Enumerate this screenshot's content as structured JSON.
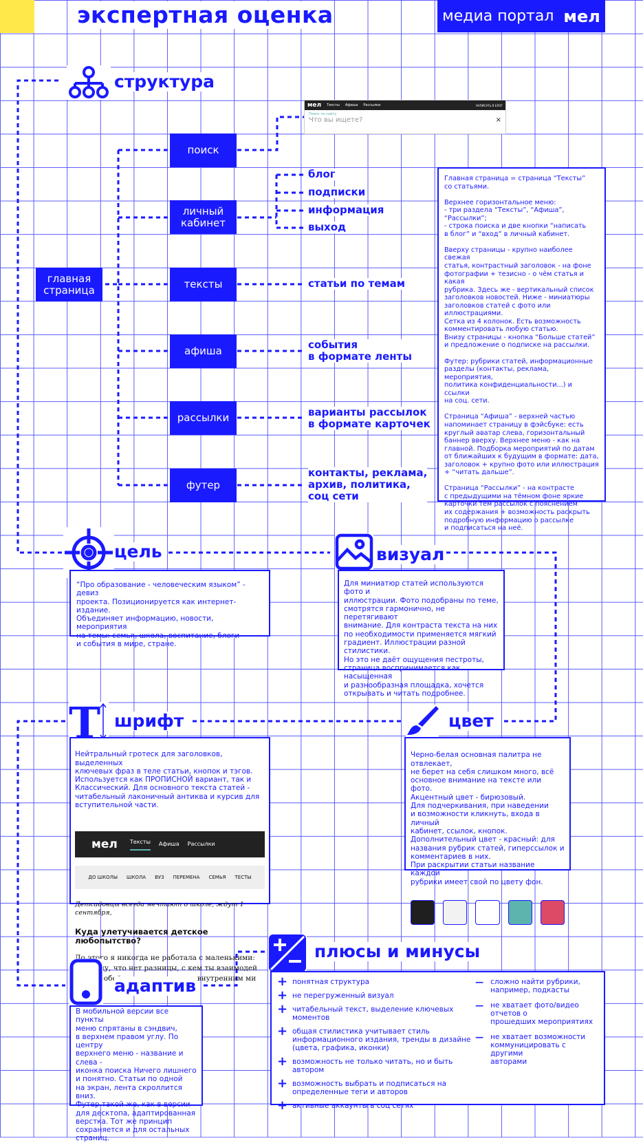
{
  "header": {
    "title": "экспертная оценка",
    "badge_text": "медиа портал",
    "badge_logo": "мел",
    "accent_color": "#ffe94a",
    "brand_color": "#1a1aff"
  },
  "structure": {
    "title": "структура",
    "icon": "hierarchy-icon",
    "root": "главная\nстраница",
    "nodes": [
      "поиск",
      "личный\nкабинет",
      "тексты",
      "афиша",
      "рассылки",
      "футер"
    ],
    "cabinet_items": [
      "блог",
      "подписки",
      "информация",
      "выход"
    ],
    "texts_label": "статьи по темам",
    "afisha_label": "события\nв формате ленты",
    "mail_label": "варианты рассылок\nв формате карточек",
    "footer_label": "контакты, реклама,\nархив, политика,\nсоц сети",
    "search_screenshot": {
      "logo": "мел",
      "nav": [
        "Тексты",
        "Афиша",
        "Рассылки"
      ],
      "write_btn": "НАПИСАТЬ В БЛОГ",
      "hint": "Поиск по сайту",
      "placeholder": "Что вы ищете?",
      "close": "×"
    },
    "note": "Главная страница = страница “Тексты”\nсо статьями.\n\nВерхнее горизонтальное меню:\n- три раздела “Тексты”, “Афиша”, “Рассылки”;\n- строка поиска и две кнопки “написать\nв блог” и “вход” в личный кабинет.\n\nВверху страницы - крупно наиболее свежая\nстатья, контрастный заголовок - на фоне\nфотографии + тезисно - о чём статья и какая\nрубрика. Здесь же - вертикальный список\nзаголовков новостей. Ниже - миниатюры\nзаголовков статей с фото или\nиллюстрациями.\nСетка из 4 колонок. Есть возможность\nкомментировать любую статью.\nВнизу страницы - кнопка “Больше статей”\nи предложение о подписке на рассылки.\n\nФутер: рубрики статей, информационные\nразделы (контакты, реклама, мероприятия,\nполитика конфиденциальности...) и ссылки\nна соц. сети.\n\nСтраница “Афиша” - верхней частью\nнапоминает страницу в фэйсбуке: есть\nкруглый аватар слева, горизонтальный\nбаннер вверху. Верхнее меню - как на\nглавной. Подборка мероприятий по датам\nот ближайших к будущим в формате: дата,\nзаголовок + крупно фото или иллюстрация\n+ “читать дальше”.\n\nСтраница “Рассылки” - на контрасте\nс предыдущими на тёмном фоне яркие\nкарточки тем рассылок с пояснением\nих содержания + возможность раскрыть\nподробную информацию о рассылке\nи подписаться на неё."
  },
  "goal": {
    "title": "цель",
    "icon": "target-icon",
    "text": "“Про образование - человеческим языком” - девиз\nпроекта. Позиционируется как интернет-издание.\nОбъединяет информацию, новости, мероприятия\nна темы: семья, школа, воспитание, блоги\nи события в мире, стране."
  },
  "visual": {
    "title": "визуал",
    "icon": "image-icon",
    "text": "Для миниатюр статей используются фото и\nиллюстрации. Фото подобраны по теме,\nсмотрятся гармонично, не перетягивают\nвнимание. Для контраста текста на них\nпо необходимости применяется мягкий\nградиент. Иллюстрации разной стилистики.\nНо это не даёт ощущения пестроты,\nстраница воспринимается как насыщенная\nи разнообразная площадка, хочется\nоткрывать и читать подробнее."
  },
  "font": {
    "title": "шрифт",
    "icon": "font-icon",
    "text": "Нейтральный гротеск для заголовков, выделенных\nключевых фраз в теле статьи, кнопок и тэгов.\nИспользуется как ПРОПИСНОЙ вариант, так и\nКлассический. Для основного текста статей -\nчитабельный лаконичный антиква и курсив для\nвступительной части.",
    "sample": {
      "logo": "мел",
      "nav": [
        "Тексты",
        "Афиша",
        "Рассылки"
      ],
      "tags": [
        "ДО ШКОЛЫ",
        "ШКОЛА",
        "ВУЗ",
        "ПЕРЕМЕНА",
        "СЕМЬЯ",
        "ТЕСТЫ"
      ],
      "italic": "Детсадовцы всегда мечтают о школе, ждут 1 сентября,",
      "headline": "Куда улетучивается детское любопытство?",
      "body": "До этого я никогда не работала с маленькими:\nк выводу, что нет разницы, с кем ты взаимодей\nперед собой человека со своим внутренним ми"
    }
  },
  "color": {
    "title": "цвет",
    "icon": "brush-icon",
    "text": "Черно-белая основная палитра не отвлекает,\nне берет на себя слишком много, всё\nосновное внимание на тексте или фото.\nАкцентный цвет - бирюзовый.\nДля подчеркивания, при наведении\nи возможности кликнуть, входа в личный\nкабинет, ссылок, кнопок.\nДополнительный цвет - красный: для\nназвания рубрик статей, гиперссылок и\nкомментариев в них.\nПри раскрытии статьи название каждой\nрубрики имеет свой по цвету фон.",
    "swatches": [
      "#1f1f1f",
      "#f2f2f2",
      "#ffffff",
      "#5db3ad",
      "#dc4a66"
    ]
  },
  "adaptive": {
    "title": "адаптив",
    "icon": "phone-icon",
    "text": "В мобильной версии все пункты\nменю спрятаны в сэндвич,\nв верхнем правом углу. По центру\nверхнего меню - название и слева -\nиконка поиска Ничего лишнего\nи понятно. Статьи по одной\nна экран, лента скроллится вниз.\nФутер такой же, как в версии\nдля десктопа, адаптированная\nверстка. Тот же принцип\nсохраняется и для остальных\nстраниц."
  },
  "pros_cons": {
    "title": "плюсы и минусы",
    "icon": "plus-minus-icon",
    "pros": [
      "понятная структура",
      "не перегруженный визуал",
      "читабельный текст, выделение ключевых\nмоментов",
      "общая стилистика учитывает стиль\nинформационного издания, тренды в дизайне\n(цвета, графика, иконки)",
      "возможность не только читать, но и быть автором",
      "возможность выбрать и подписаться на\nопределенные теги и авторов",
      "активные аккаунты в соц сетях"
    ],
    "cons": [
      "сложно найти рубрики,\nнапример, подкасты",
      "не хватает фото/видео отчетов о\nпрошедших мероприятиях",
      "не хватает возможности\nкоммуницировать с другими\nавторами"
    ],
    "plus_symbol": "+",
    "minus_symbol": "—"
  }
}
